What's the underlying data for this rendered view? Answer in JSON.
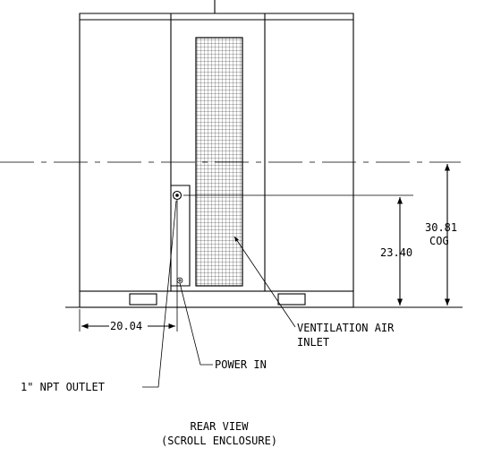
{
  "view": {
    "title": "REAR VIEW",
    "subtitle": "(SCROLL ENCLOSURE)"
  },
  "dimensions": {
    "width_from_left": "20.04",
    "outlet_height": "23.40",
    "cog_height": "30.81",
    "cog_label": "COG"
  },
  "callouts": {
    "ventilation_line1": "VENTILATION AIR",
    "ventilation_line2": "INLET",
    "power_in": "POWER IN",
    "npt_outlet": "1\" NPT OUTLET"
  }
}
